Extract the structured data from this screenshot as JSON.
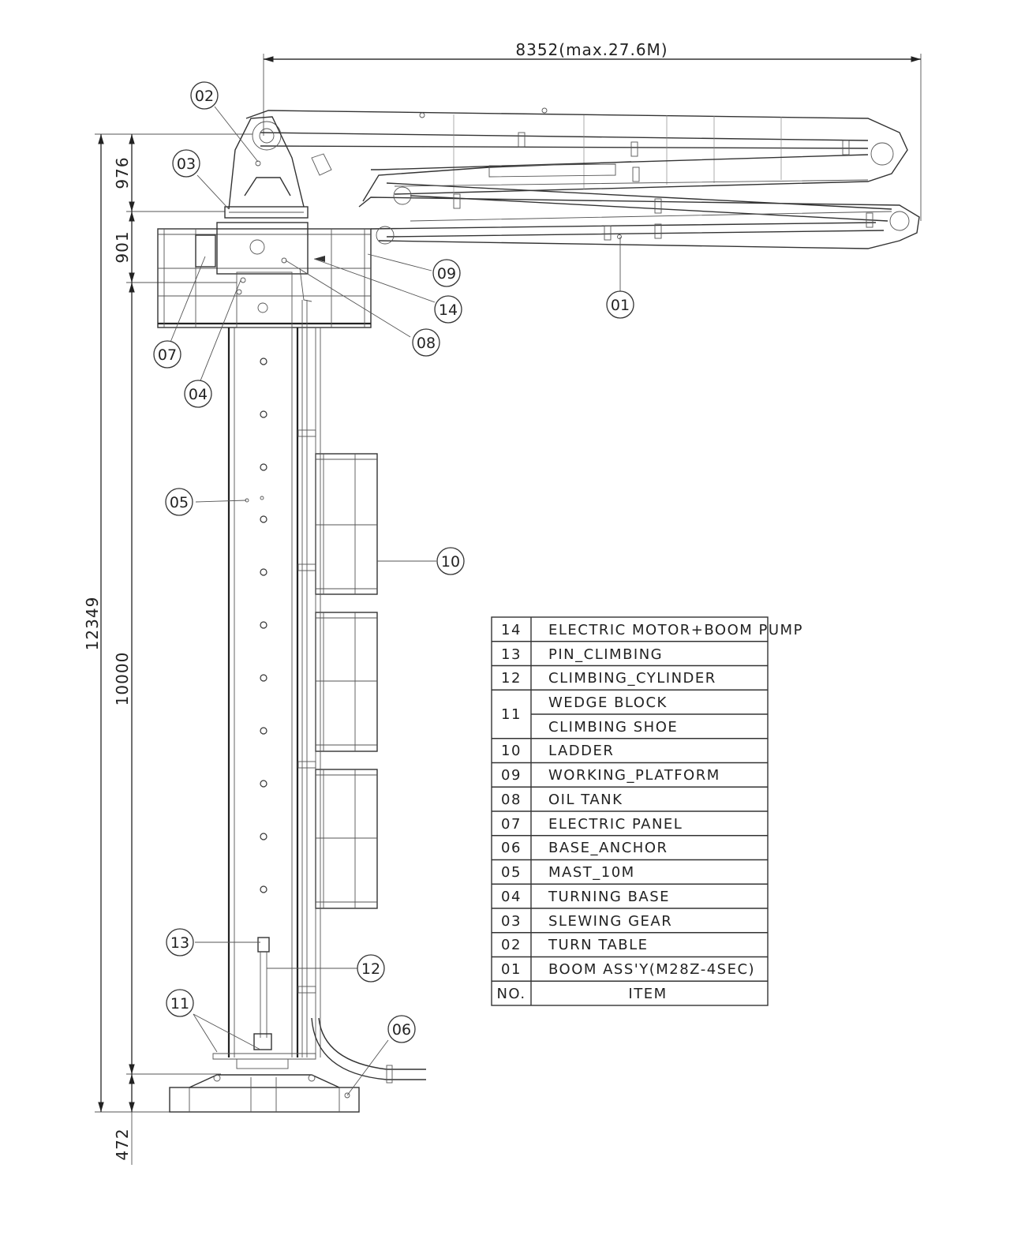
{
  "dimensions": {
    "width_top": "8352(max.27.6M)",
    "height_total": "12349",
    "height_mast": "10000",
    "height_top": "976",
    "height_platform": "901",
    "height_base": "472"
  },
  "callouts": [
    "01",
    "02",
    "03",
    "04",
    "05",
    "06",
    "07",
    "08",
    "09",
    "10",
    "11",
    "12",
    "13",
    "14"
  ],
  "parts_table": {
    "header": {
      "no": "NO.",
      "item": "ITEM"
    },
    "rows": [
      {
        "no": "14",
        "items": [
          "ELECTRIC MOTOR+BOOM PUMP"
        ]
      },
      {
        "no": "13",
        "items": [
          "PIN_CLIMBING"
        ]
      },
      {
        "no": "12",
        "items": [
          "CLIMBING_CYLINDER"
        ]
      },
      {
        "no": "11",
        "items": [
          "WEDGE BLOCK",
          "CLIMBING SHOE"
        ]
      },
      {
        "no": "10",
        "items": [
          "LADDER"
        ]
      },
      {
        "no": "09",
        "items": [
          "WORKING_PLATFORM"
        ]
      },
      {
        "no": "08",
        "items": [
          "OIL TANK"
        ]
      },
      {
        "no": "07",
        "items": [
          "ELECTRIC PANEL"
        ]
      },
      {
        "no": "06",
        "items": [
          "BASE_ANCHOR"
        ]
      },
      {
        "no": "05",
        "items": [
          "MAST_10M"
        ]
      },
      {
        "no": "04",
        "items": [
          "TURNING BASE"
        ]
      },
      {
        "no": "03",
        "items": [
          "SLEWING GEAR"
        ]
      },
      {
        "no": "02",
        "items": [
          "TURN TABLE"
        ]
      },
      {
        "no": "01",
        "items": [
          "BOOM ASS'Y(M28Z-4SEC)"
        ]
      }
    ]
  }
}
